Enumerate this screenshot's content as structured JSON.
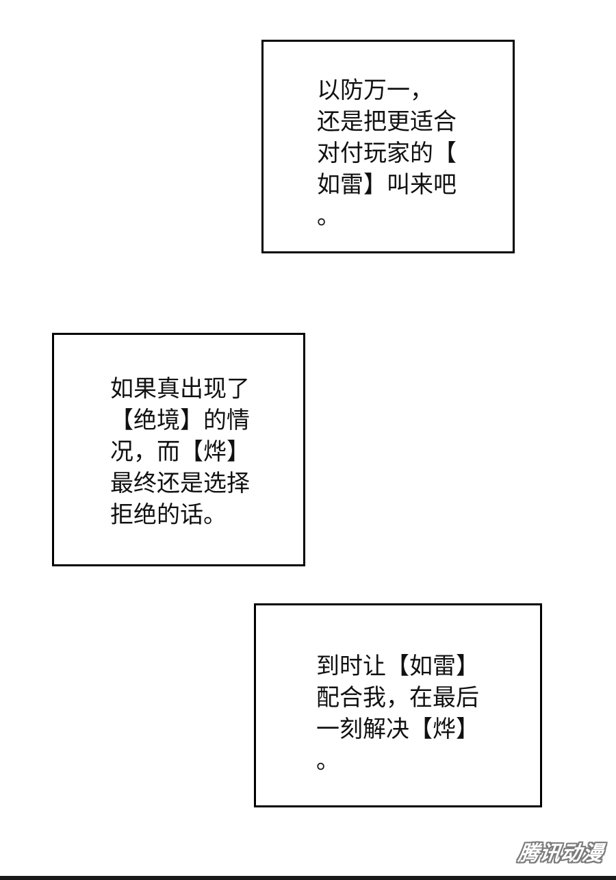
{
  "panels": [
    {
      "lines": [
        "以防万一，",
        "还是把更适合",
        "对付玩家的【",
        "如雷】叫来吧",
        "。"
      ]
    },
    {
      "lines": [
        "如果真出现了",
        "【绝境】的情",
        "况，而【烨】",
        "最终还是选择",
        "拒绝的话。"
      ]
    },
    {
      "lines": [
        "到时让【如雷】",
        "配合我，在最后",
        "一刻解决【烨】",
        "。"
      ]
    }
  ],
  "watermark": "腾讯动漫",
  "colors": {
    "border": "#000000",
    "text": "#111111",
    "background": "#ffffff"
  }
}
